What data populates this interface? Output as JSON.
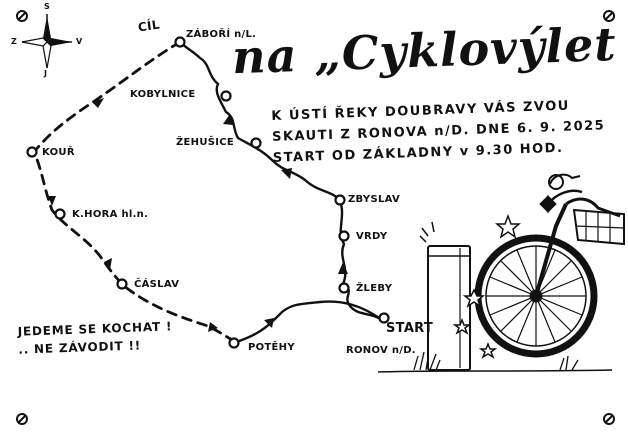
{
  "title": "na „Cyklovýlet",
  "invite": {
    "line1": "K ÚSTÍ ŘEKY DOUBRAVY VÁS ZVOU",
    "line2": "SKAUTI Z RONOVA n/D.  DNE  6. 9. 2025",
    "line3": "START OD ZÁKLADNY v 9.30 HOD."
  },
  "slogan": {
    "line1": "JEDEME SE KOCHAT !",
    "line2": ".. NE ZÁVODIT !!"
  },
  "compass": {
    "north": "S",
    "east": "V",
    "south": "J",
    "west": "Z"
  },
  "markers": {
    "start": "START",
    "finish": "CÍL"
  },
  "places": {
    "zabori": "ZÁBOŘÍ n/L.",
    "kobylnice": "KOBYLNICE",
    "zehusice": "ŽEHUŠICE",
    "koun": "KOUŘ",
    "khora": "K.HORA hl.n.",
    "caslav": "ČÁSLAV",
    "potehy": "POTĚHY",
    "zbyslav": "ZBYSLAV",
    "vrdy": "VRDY",
    "zleby": "ŽLEBY",
    "ronov": "RONOV n/D."
  },
  "icons": [
    "compass-icon",
    "bicycle-icon",
    "dashboard-post-icon",
    "grass-icon",
    "screw-icon"
  ]
}
